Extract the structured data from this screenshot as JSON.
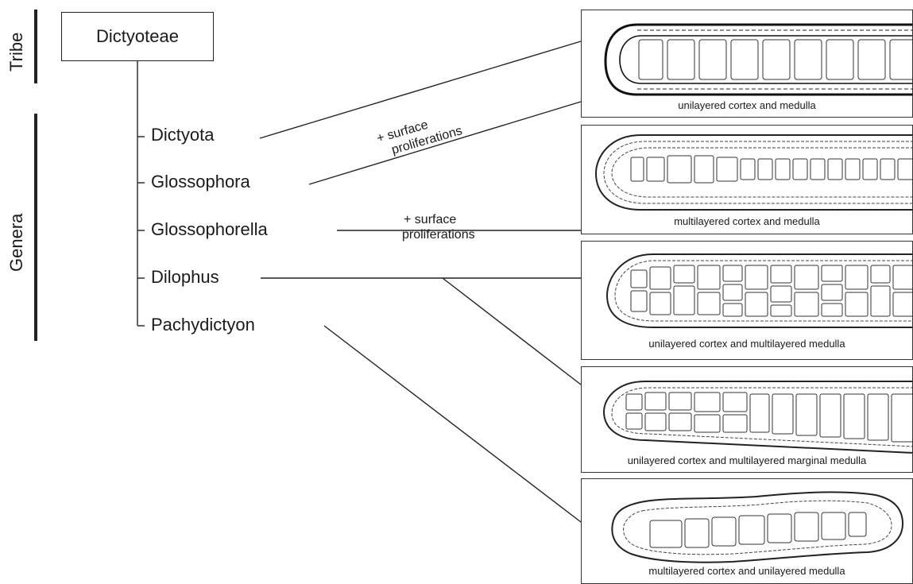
{
  "axis_labels": {
    "tribe": "Tribe",
    "genera": "Genera"
  },
  "tribe": "Dictyoteae",
  "genera": [
    "Dictyota",
    "Glossophora",
    "Glossophorella",
    "Dilophus",
    "Pachydictyon"
  ],
  "annotations": [
    {
      "line1": "+ surface",
      "line2": "proliferations"
    },
    {
      "line1": "+ surface",
      "line2": "proliferations"
    }
  ],
  "panels": [
    {
      "caption": "unilayered cortex and medulla"
    },
    {
      "caption": "multilayered cortex and medulla"
    },
    {
      "caption": "unilayered cortex and multilayered medulla"
    },
    {
      "caption": "unilayered cortex and multilayered marginal medulla"
    },
    {
      "caption": "multilayered cortex and unilayered medulla"
    }
  ],
  "colors": {
    "ink": "#1a1a1a",
    "background": "#ffffff"
  }
}
